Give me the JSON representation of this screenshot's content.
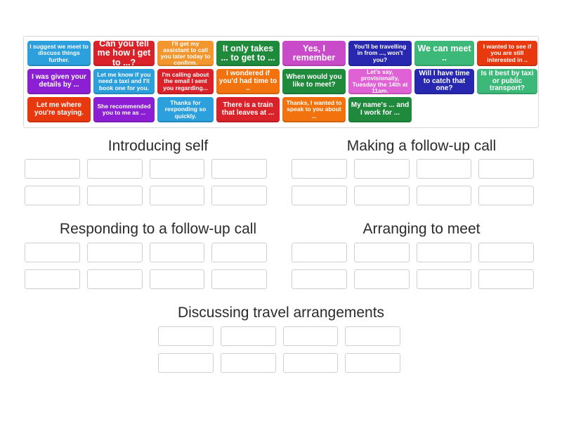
{
  "tile_bank": {
    "rows": [
      [
        {
          "text": "I suggest we meet to discuss things further.",
          "color": "#2c9fdd",
          "size": "fs-sm",
          "width": 90
        },
        {
          "text": "Can you tell me how I get to ...?",
          "color": "#d9222a",
          "size": "fs-lg",
          "width": 87
        },
        {
          "text": "I'll get my assistant to call you later today to confirm.",
          "color": "#f2962d",
          "size": "fs-sm",
          "width": 80
        },
        {
          "text": "It only takes ... to get to ...",
          "color": "#1f8a3c",
          "size": "fs-lg",
          "width": 90
        },
        {
          "text": "Yes, I remember",
          "color": "#c94bc9",
          "size": "fs-lg",
          "width": 90
        },
        {
          "text": "You'll be travelling in from ..., won't you?",
          "color": "#2727b0",
          "size": "fs-sm",
          "width": 90
        },
        {
          "text": "We can meet ..",
          "color": "#3cb878",
          "size": "fs-lg",
          "width": 85
        },
        {
          "text": "I wanted to see if you are still interested in ..",
          "color": "#e8380d",
          "size": "fs-sm",
          "width": 86
        }
      ],
      [
        {
          "text": "I was given your details by ...",
          "color": "#8c1fd4",
          "size": "fs-md",
          "width": 90
        },
        {
          "text": "Let me know if you need a taxi and I'll book one for you.",
          "color": "#2c9fdd",
          "size": "fs-sm",
          "width": 87
        },
        {
          "text": "I'm calling about the email I sent you regarding...",
          "color": "#d9222a",
          "size": "fs-sm",
          "width": 80
        },
        {
          "text": "I wondered if you'd had time to ..",
          "color": "#f2730d",
          "size": "fs-md",
          "width": 90
        },
        {
          "text": "When would you like to meet?",
          "color": "#1f8a3c",
          "size": "fs-md",
          "width": 90
        },
        {
          "text": "Let's say, provisionally, Tuesday the 14th at 11am.",
          "color": "#e060d6",
          "size": "fs-sm",
          "width": 90
        },
        {
          "text": "Will I have time to catch that one?",
          "color": "#2727b0",
          "size": "fs-md",
          "width": 85
        },
        {
          "text": "Is it best by taxi or public transport?",
          "color": "#3cb878",
          "size": "fs-md",
          "width": 86
        }
      ],
      [
        {
          "text": "Let me where you're staying.",
          "color": "#e8380d",
          "size": "fs-md",
          "width": 90
        },
        {
          "text": "She recommended you to me as ...",
          "color": "#8c1fd4",
          "size": "fs-sm",
          "width": 87
        },
        {
          "text": "Thanks for responding so quickly.",
          "color": "#2c9fdd",
          "size": "fs-sm",
          "width": 80
        },
        {
          "text": "There is a train that leaves at ...",
          "color": "#d9222a",
          "size": "fs-md",
          "width": 90
        },
        {
          "text": "Thanks, I wanted to speak to you about ...",
          "color": "#f2730d",
          "size": "fs-sm",
          "width": 90
        },
        {
          "text": "My name's ... and I work for ...",
          "color": "#1f8a3c",
          "size": "fs-md",
          "width": 90
        }
      ]
    ]
  },
  "groups": [
    {
      "title": "Introducing self",
      "slots": 8
    },
    {
      "title": "Making a follow-up call",
      "slots": 8
    },
    {
      "title": "Responding to a follow-up call",
      "slots": 8
    },
    {
      "title": "Arranging to meet",
      "slots": 8
    },
    {
      "title": "Discussing travel arrangements",
      "slots": 8
    }
  ]
}
